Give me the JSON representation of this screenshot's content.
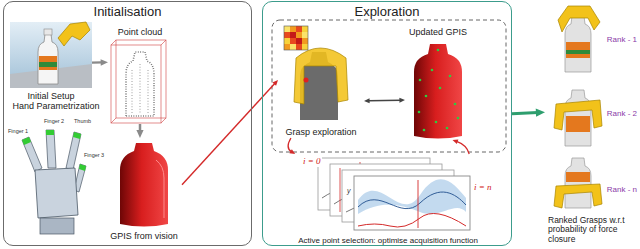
{
  "diagram": {
    "nodes": [
      {
        "text": [
          "Initialisation"
        ]
      },
      {
        "text": [
          "Initial Setup"
        ],
        "in": 0
      },
      {
        "text": [
          "Point cloud"
        ],
        "in": 0
      },
      {
        "text": [
          "GPIS from vision"
        ],
        "in": 0
      },
      {
        "text": [
          "Hand Parametrization"
        ],
        "in": 0
      },
      {
        "text": [
          "Exploration"
        ]
      },
      {
        "text": [
          "Grasp exploration"
        ],
        "in": 5
      },
      {
        "text": [
          "Updated GPIS"
        ],
        "in": 5
      },
      {
        "text": [
          "Active point selection: optimise acquisition function"
        ],
        "in": 5
      },
      {
        "text": [
          "Ranked Grasps w.r.t probability of force closure"
        ]
      }
    ],
    "edges": [
      {
        "from": 1,
        "to": 2,
        "arrow": "to"
      },
      {
        "from": 2,
        "to": 3,
        "arrow": "to"
      },
      {
        "from": 3,
        "to": 6,
        "arrow": "to"
      },
      {
        "from": 6,
        "to": 7,
        "arrow": "both"
      },
      {
        "from": 6,
        "to": 8,
        "arrow": "to"
      },
      {
        "from": 8,
        "to": 7,
        "arrow": "to"
      },
      {
        "from": 5,
        "to": 9,
        "arrow": "to"
      }
    ],
    "labels": [
      "Finger 1",
      "Finger 2",
      "Thumb",
      "Finger 3",
      "y",
      "i = 0",
      "i = n",
      "Rank - 1",
      "Rank - 2",
      "Rank - n"
    ]
  }
}
